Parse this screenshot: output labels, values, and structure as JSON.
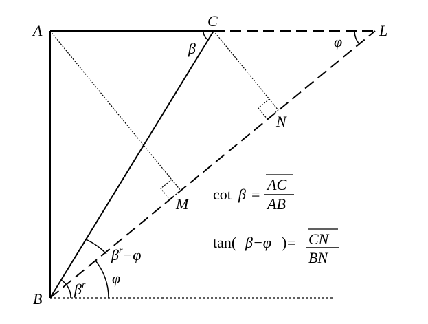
{
  "points": {
    "A": "A",
    "B": "B",
    "C": "C",
    "L": "L",
    "M": "M",
    "N": "N"
  },
  "angles": {
    "beta_at_C": "β",
    "phi_at_L": "φ",
    "beta_r": "β",
    "beta_r_sup": "r",
    "beta_r_minus_phi_beta": "β",
    "beta_r_minus_phi_sup": "r",
    "beta_r_minus_phi_rest": "−φ",
    "phi_at_B": "φ"
  },
  "formulas": {
    "cot": {
      "fn": "cot",
      "var": "β",
      "eq": "=",
      "num": "AC",
      "den": "AB"
    },
    "tan": {
      "fn": "tan(",
      "var": "β−φ",
      "close": ")",
      "eq": "=",
      "num": "CN",
      "den": "BN"
    }
  }
}
